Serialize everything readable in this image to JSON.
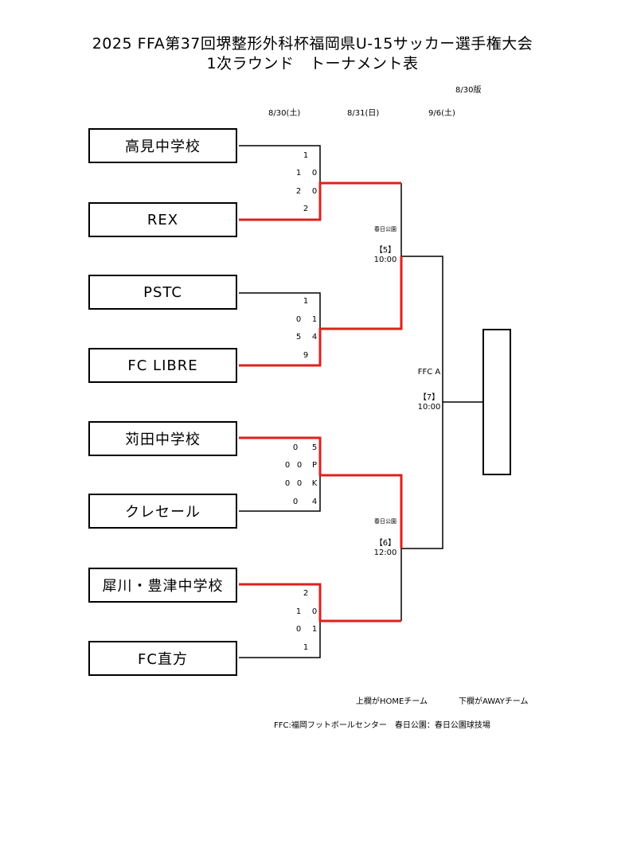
{
  "header": {
    "title_line1": "2025 FFA第37回堺整形外科杯福岡県U-15サッカー選手権大会",
    "title_line2": "1次ラウンド　トーナメント表",
    "version": "8/30版"
  },
  "dates": [
    "8/30(土)",
    "8/31(日)",
    "9/6(土)"
  ],
  "teams": [
    "高見中学校",
    "REX",
    "PSTC",
    "FC LIBRE",
    "苅田中学校",
    "クレセール",
    "犀川・豊津中学校",
    "FC直方"
  ],
  "matches": {
    "m1": {
      "s1": "1",
      "s2": "1",
      "s3": "2",
      "s4": "2",
      "s5": "0",
      "s6": "0"
    },
    "m2": {
      "s1": "1",
      "s2": "0",
      "s3": "5",
      "s4": "9",
      "s5": "1",
      "s6": "4"
    },
    "m3": {
      "s1": "0",
      "s2": "0",
      "s3": "0",
      "s4": "0",
      "s5": "5",
      "s6": "P",
      "s7": "K",
      "s8": "4"
    },
    "m4": {
      "s1": "2",
      "s2": "1",
      "s3": "0",
      "s4": "1",
      "s5": "0",
      "s6": "1"
    },
    "m5": {
      "venue": "春日公園",
      "num": "【5】",
      "time": "10:00"
    },
    "m6": {
      "venue": "春日公園",
      "num": "【6】",
      "time": "12:00"
    },
    "m7": {
      "venue": "FFC A",
      "num": "【7】",
      "time": "10:00"
    }
  },
  "footer": {
    "home_note": "上欄がHOMEチーム",
    "away_note": "下欄がAWAYチーム",
    "venues_note": "FFC:福岡フットボールセンター　春日公園：春日公園球技場"
  },
  "colors": {
    "winner_line": "#e0201b",
    "line": "#000000"
  }
}
